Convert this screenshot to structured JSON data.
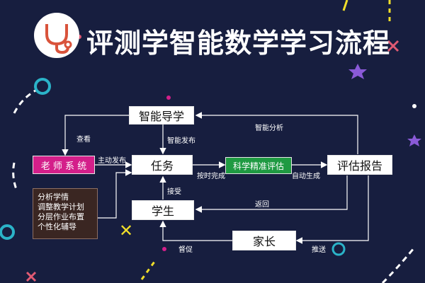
{
  "title": "评测学智能数学学习流程",
  "nodes": {
    "zhineng": "智能导学",
    "renwu": "任务",
    "kexue": "科学精准评估",
    "pinggu": "评估报告",
    "laoshi": "老 师  系 统",
    "xuesheng": "学生",
    "jiazhang": "家长"
  },
  "teacher_tasks": [
    "分析学情",
    "调整教学计划",
    "分层作业布置",
    "个性化辅导"
  ],
  "edge_labels": {
    "chakan": "查看",
    "zhudong": "主动发布",
    "zhineng_fabu": "智能发布",
    "zhineng_fenxi": "智能分析",
    "anshi": "按时完成",
    "zidong": "自动生成",
    "jieshou": "接受",
    "fanhui": "返回",
    "duchu": "督促",
    "tuisong": "推送"
  },
  "colors": {
    "background": "#171e3f",
    "accent_green": "#1f9a42",
    "accent_magenta": "#d41f8a",
    "accent_brown": "#3a2622",
    "deco_yellow": "#f0de2a",
    "deco_cyan": "#2bb3c8",
    "deco_purple": "#8a5ad8",
    "deco_pink": "#e05a73"
  }
}
